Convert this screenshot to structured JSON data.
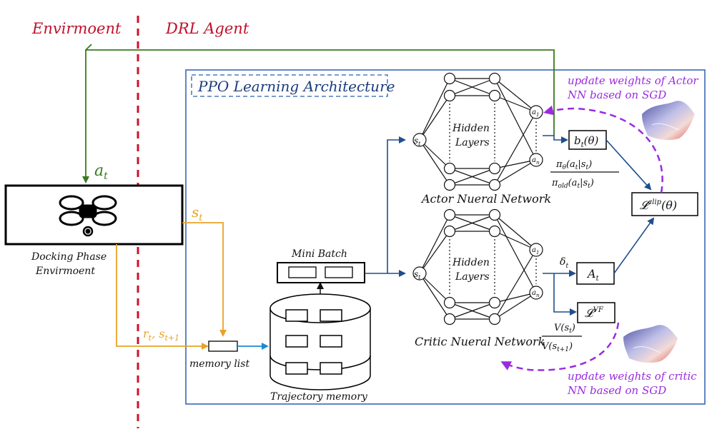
{
  "header": {
    "environment_label": "Envirmoent",
    "agent_label": "DRL Agent"
  },
  "ppo_box": {
    "title": "PPO Learning Architecture"
  },
  "environment": {
    "caption_line1": "Docking Phase",
    "caption_line2": "Envirmoent"
  },
  "signals": {
    "action": "a",
    "action_sub": "t",
    "state": "s",
    "state_sub": "t",
    "reward_next_state": "r",
    "reward_sub": "t",
    "next_state_sep": ", s",
    "next_state_sub": "t+1"
  },
  "memory": {
    "memory_list": "memory list",
    "mini_batch": "Mini Batch",
    "trajectory_memory": "Trajectory memory"
  },
  "actor": {
    "title": "Actor Nueral Network",
    "hidden_line1": "Hidden",
    "hidden_line2": "Layers",
    "input_node": "s",
    "input_sub": "t",
    "out_node_1": "a",
    "out_sub_1": "1",
    "out_node_n": "a",
    "out_sub_n": "n"
  },
  "critic": {
    "title": "Critic Nueral Network",
    "hidden_line1": "Hidden",
    "hidden_line2": "Layers",
    "input_node": "s",
    "input_sub": "t",
    "out_node_1": "a",
    "out_sub_1": "1",
    "out_node_n": "a",
    "out_sub_n": "n"
  },
  "formulas": {
    "ratio_box": "b",
    "ratio_box_sub": "t",
    "ratio_box_arg": "(θ)",
    "ratio_num": "π",
    "ratio_num_sub": "θ",
    "ratio_num_arg": "(a",
    "ratio_num_arg_sub": "t",
    "ratio_num_arg_end": "|s",
    "ratio_num_arg_end_sub": "t",
    "ratio_den": "π",
    "ratio_den_sub": "old",
    "ratio_den_arg": "(a",
    "ratio_den_arg_sub": "t",
    "ratio_den_arg_end": "|s",
    "ratio_den_arg_end_sub": "t",
    "clip_loss": "𝓛",
    "clip_sup": "clip",
    "clip_arg": "(θ)",
    "delta": "δ",
    "delta_sub": "t",
    "advantage": "A",
    "advantage_sub": "t",
    "vf_loss": "𝓛",
    "vf_sup": "VF",
    "value_num": "V(s",
    "value_num_sub": "t",
    "value_den": "V(s",
    "value_den_sub": "t+1"
  },
  "annotations": {
    "actor_update_line1": "update weights of  Actor",
    "actor_update_line2": "NN  based on SGD",
    "critic_update_line1": "update weights of critic",
    "critic_update_line2": "NN  based on SGD"
  },
  "colors": {
    "divider": "#d0102a",
    "action_arrow": "#3a7a1e",
    "state_arrow": "#e9a227",
    "memory_arrow": "#1a8ad8",
    "network_arrow": "#1f4e8c",
    "ppo_border": "#2b5fae",
    "update_arc": "#9b2be0"
  }
}
